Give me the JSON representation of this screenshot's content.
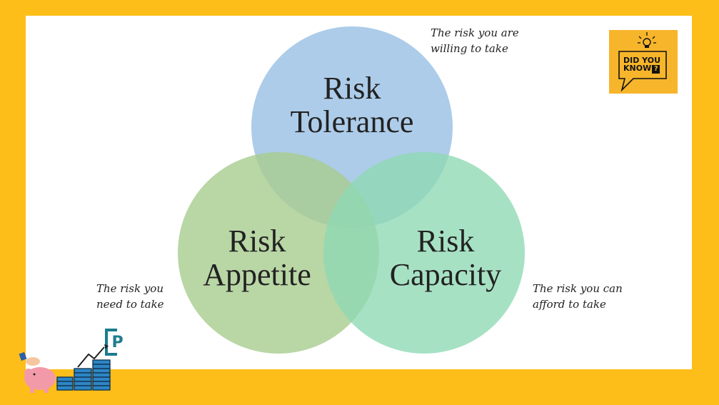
{
  "diagram": {
    "circles": [
      {
        "id": "tolerance",
        "line1": "Risk",
        "line2": "Tolerance",
        "note": "The risk you are\nwilling to take"
      },
      {
        "id": "appetite",
        "line1": "Risk",
        "line2": "Appetite",
        "note": "The risk you\nneed to take"
      },
      {
        "id": "capacity",
        "line1": "Risk",
        "line2": "Capacity",
        "note": "The risk you can\nafford to take"
      }
    ]
  },
  "badge": {
    "line1": "DID YOU",
    "line2": "KNOW",
    "q": "?",
    "icon": "lightbulb-icon"
  },
  "logo": {
    "letter": "P",
    "icon": "piggy-bank-coins-growth-icon"
  },
  "colors": {
    "background": "#FDBE19",
    "tolerance": "#A9C9E8",
    "appetite": "#B3D39D",
    "capacity": "#A3E1C4"
  }
}
